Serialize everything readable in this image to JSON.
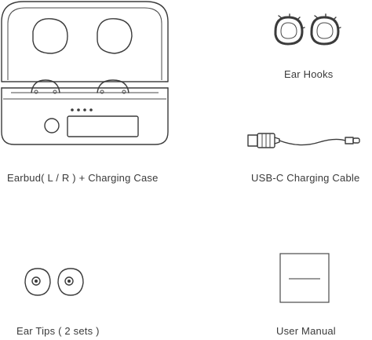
{
  "items": {
    "case": {
      "label": "Earbud( L / R ) + Charging Case"
    },
    "hooks": {
      "label": "Ear Hooks"
    },
    "cable": {
      "label": "USB-C Charging Cable"
    },
    "tips": {
      "label": "Ear Tips ( 2 sets )"
    },
    "manual": {
      "label": "User Manual"
    }
  },
  "colors": {
    "line": "#3b3b3b",
    "text": "#3a3a3a",
    "background": "#ffffff"
  }
}
